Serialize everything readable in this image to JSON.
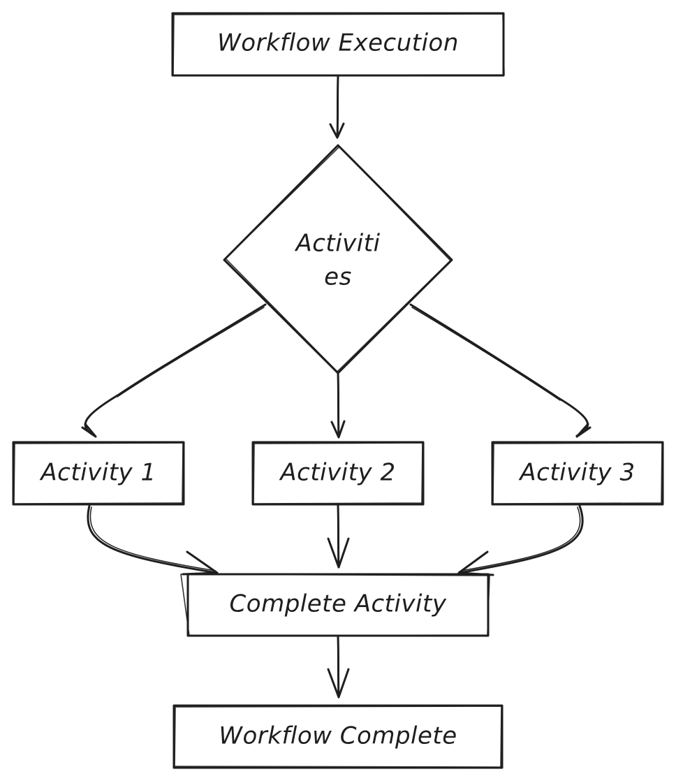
{
  "colors": {
    "stroke": "#1e1e1e",
    "background": "#ffffff"
  },
  "nodes": {
    "workflow_execution": "Workflow Execution",
    "activities_line1": "Activiti",
    "activities_line2": "es",
    "activity_1": "Activity 1",
    "activity_2": "Activity 2",
    "activity_3": "Activity 3",
    "complete_activity": "Complete Activity",
    "workflow_complete": "Workflow Complete"
  },
  "edges": [
    {
      "from": "Workflow Execution",
      "to": "Activities"
    },
    {
      "from": "Activities",
      "to": "Activity 1"
    },
    {
      "from": "Activities",
      "to": "Activity 2"
    },
    {
      "from": "Activities",
      "to": "Activity 3"
    },
    {
      "from": "Activity 1",
      "to": "Complete Activity"
    },
    {
      "from": "Activity 2",
      "to": "Complete Activity"
    },
    {
      "from": "Activity 3",
      "to": "Complete Activity"
    },
    {
      "from": "Complete Activity",
      "to": "Workflow Complete"
    }
  ]
}
